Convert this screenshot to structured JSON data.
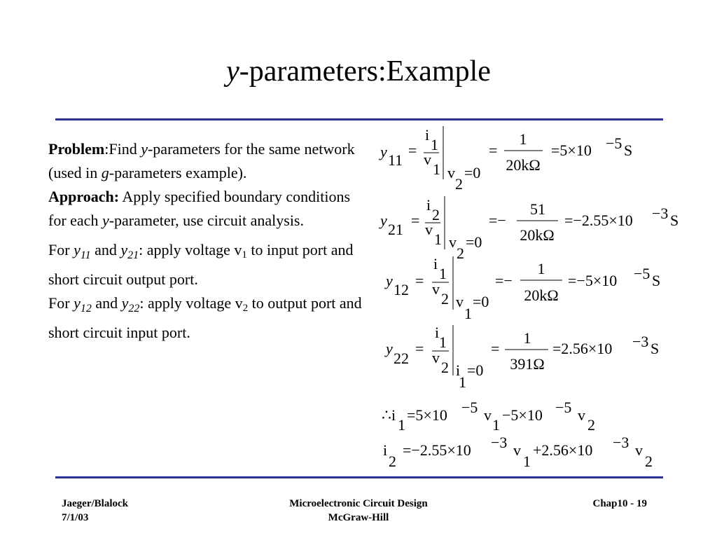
{
  "title": {
    "italic": "y",
    "rest": "-parameters:Example"
  },
  "problem": {
    "label": "Problem",
    "text_1": ":Find ",
    "y": "y",
    "text_2": "-parameters for the same network (used in ",
    "g": "g",
    "text_3": "-parameters example)."
  },
  "approach": {
    "label": "Approach:",
    "text_1": " Apply specified boundary conditions for each ",
    "y": "y",
    "text_2": "-parameter, use circuit analysis."
  },
  "for1": {
    "text_1": "For ",
    "y_a": "y",
    "sub_a": "11",
    "text_2": " and ",
    "y_b": "y",
    "sub_b": "21",
    "text_3": ": apply voltage v",
    "v_sub": "1",
    "text_4": " to input port and short circuit output port."
  },
  "for2": {
    "text_1": "For ",
    "y_a": "y",
    "sub_a": "12",
    "text_2": " and ",
    "y_b": "y",
    "sub_b": "22",
    "text_3": ": apply voltage v",
    "v_sub": "2",
    "text_4": " to output port and short circuit input port."
  },
  "equations": [
    {
      "lhs_y": "y",
      "lhs_sub": "11",
      "num": "i",
      "num_sub": "1",
      "den": "v",
      "den_sub": "1",
      "cond_var": "v",
      "cond_sub": "2",
      "cond_val": "=0",
      "pre": "=",
      "frac_num": "1",
      "frac_den": "20kΩ",
      "result": "=5×10",
      "exp": "−5",
      "unit": "S"
    },
    {
      "lhs_y": "y",
      "lhs_sub": "21",
      "num": "i",
      "num_sub": "2",
      "den": "v",
      "den_sub": "1",
      "cond_var": "v",
      "cond_sub": "2",
      "cond_val": "=0",
      "pre": "=−",
      "frac_num": "51",
      "frac_den": "20kΩ",
      "result": "=−2.55×10",
      "exp": "−3",
      "unit": "S"
    },
    {
      "lhs_y": "y",
      "lhs_sub": "12",
      "num": "i",
      "num_sub": "1",
      "den": "v",
      "den_sub": "2",
      "cond_var": "v",
      "cond_sub": "1",
      "cond_val": "=0",
      "pre": "=−",
      "frac_num": "1",
      "frac_den": "20kΩ",
      "result": "=−5×10",
      "exp": "−5",
      "unit": "S"
    },
    {
      "lhs_y": "y",
      "lhs_sub": "22",
      "num": "i",
      "num_sub": "1",
      "den": "v",
      "den_sub": "2",
      "cond_var": "i",
      "cond_sub": "1",
      "cond_val": "=0",
      "pre": "=",
      "frac_num": "1",
      "frac_den": "391Ω",
      "result": "=2.56×10",
      "exp": "−3",
      "unit": "S"
    }
  ],
  "summary": [
    {
      "lead": "∴i",
      "lead_sub": "1",
      "a": "=5×10",
      "a_exp": "−5",
      "v1": "v",
      "v1_sub": "1",
      "b": "−5×10",
      "b_exp": "−5",
      "v2": "v",
      "v2_sub": "2"
    },
    {
      "lead": "i",
      "lead_sub": "2",
      "a": "=−2.55×10",
      "a_exp": "−3",
      "v1": "v",
      "v1_sub": "1",
      "b": "+2.56×10",
      "b_exp": "−3",
      "v2": "v",
      "v2_sub": "2"
    }
  ],
  "footer": {
    "left_1": "Jaeger/Blalock",
    "left_2": "7/1/03",
    "center_1": "Microelectronic Circuit Design",
    "center_2": "McGraw-Hill",
    "right": "Chap10 - 19"
  }
}
